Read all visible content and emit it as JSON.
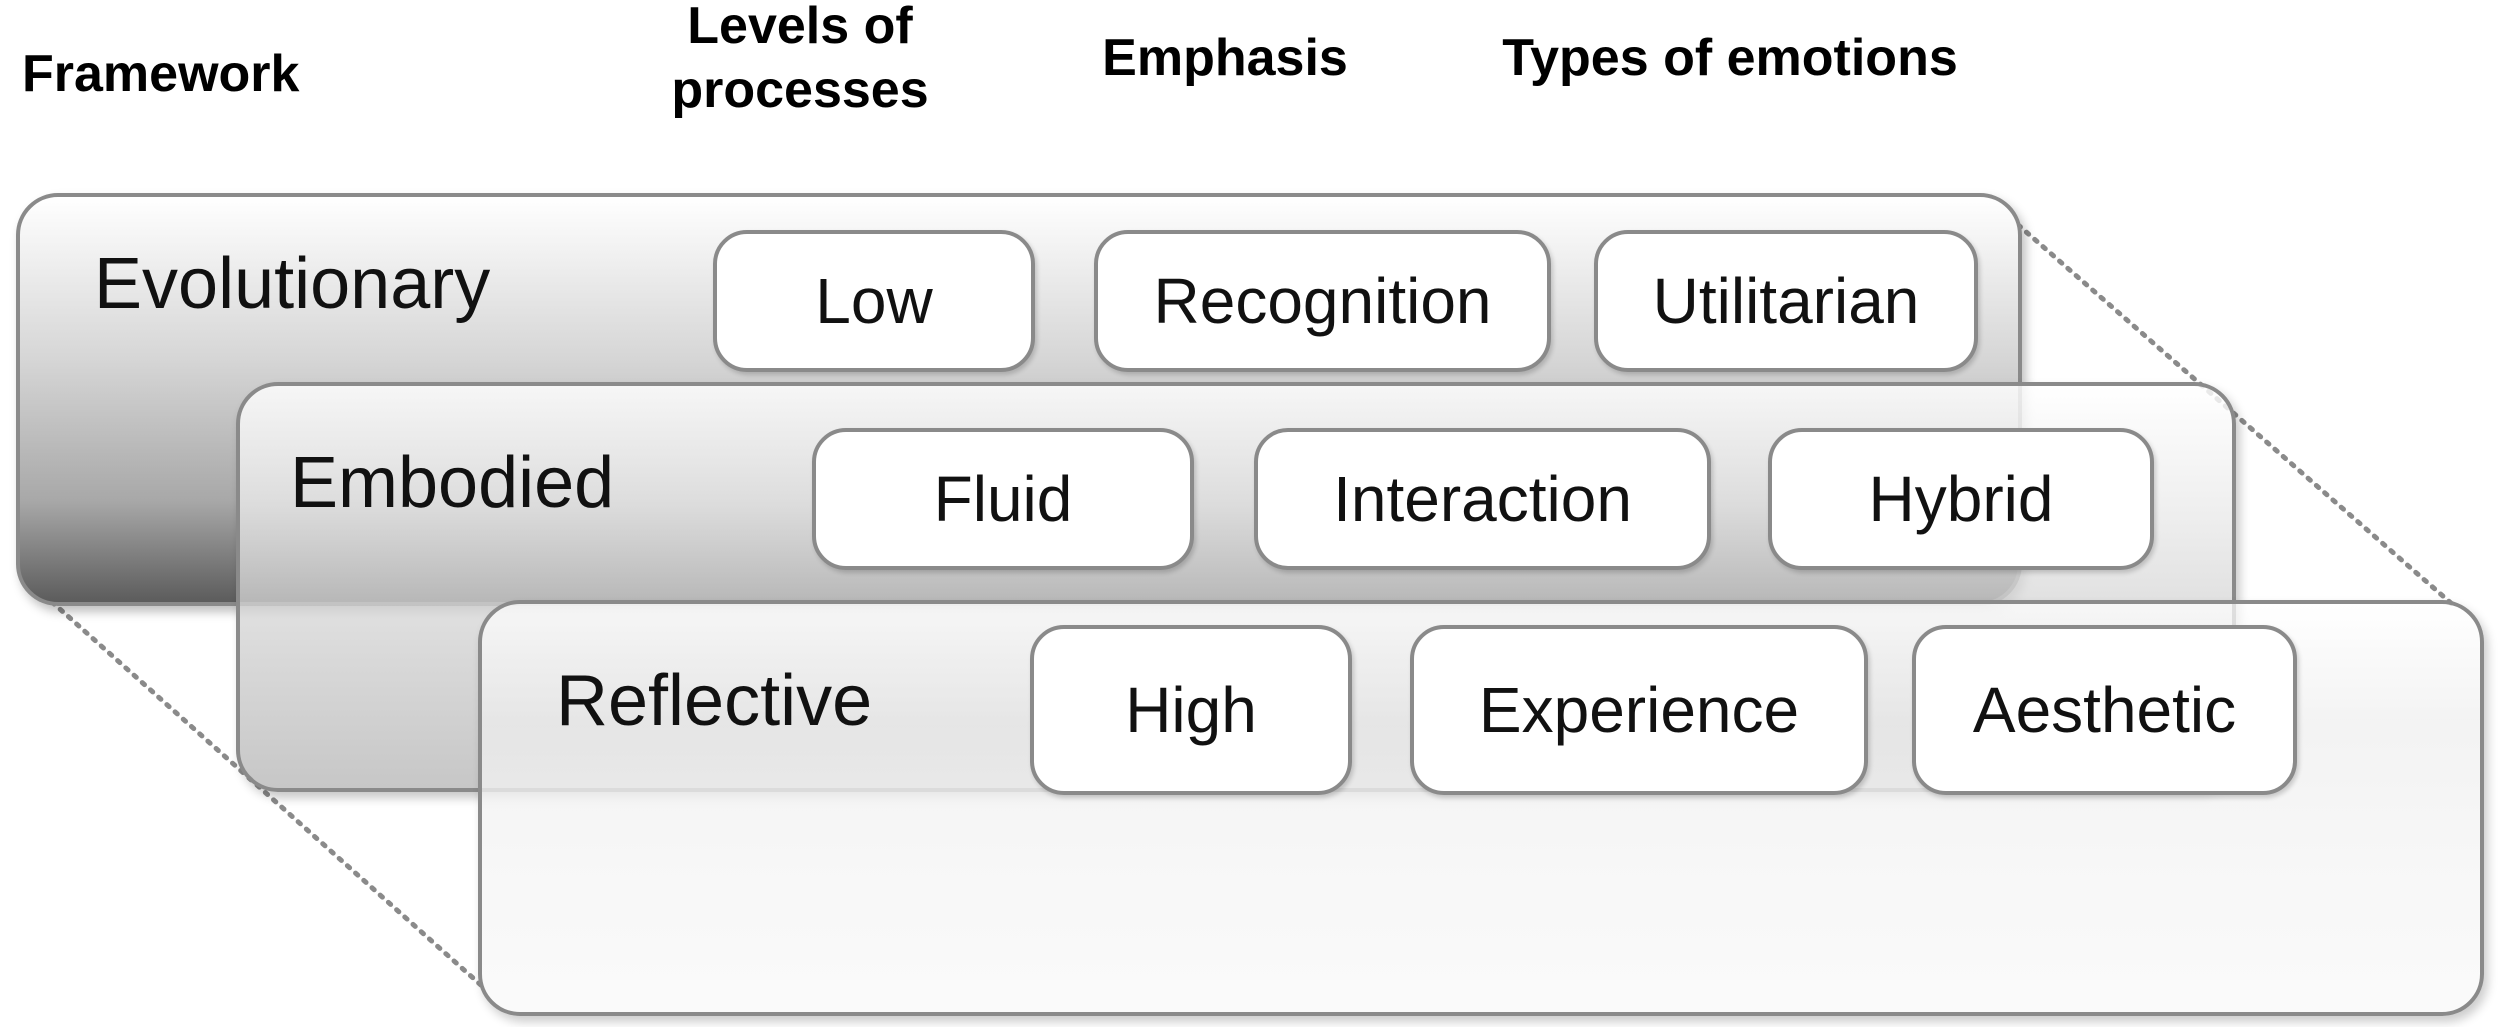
{
  "headers": {
    "framework": "Framework",
    "levels": "Levels of\nprocesses",
    "emphasis": "Emphasis",
    "types": "Types of emotions"
  },
  "layers": [
    {
      "title": "Evolutionary",
      "level": "Low",
      "emphasis": "Recognition",
      "emotion": "Utilitarian"
    },
    {
      "title": "Embodied",
      "level": "Fluid",
      "emphasis": "Interaction",
      "emotion": "Hybrid"
    },
    {
      "title": "Reflective",
      "level": "High",
      "emphasis": "Experience",
      "emotion": "Aesthetic"
    }
  ],
  "colors": {
    "border": "#8a8a8a",
    "text": "#111111",
    "dark_gradient_end": "#5c5c5c"
  }
}
